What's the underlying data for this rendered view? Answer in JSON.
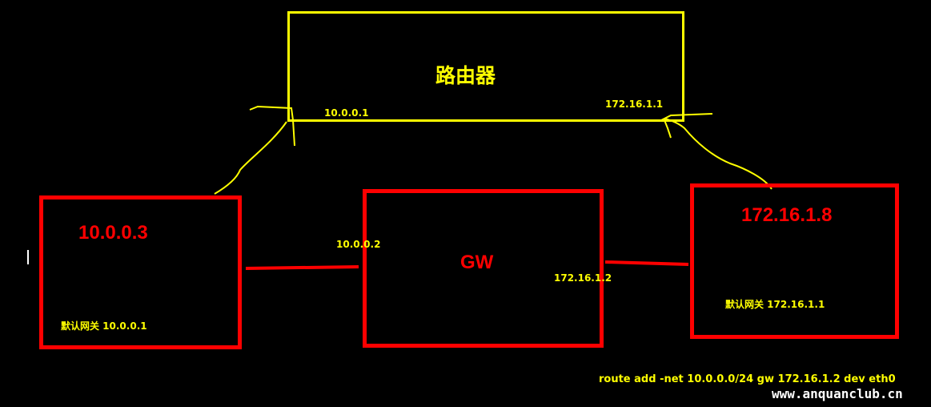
{
  "router": {
    "label": "路由器",
    "if_left": "10.0.0.1",
    "if_right": "172.16.1.1"
  },
  "host_left": {
    "ip": "10.0.0.3",
    "gateway_note": "默认网关 10.0.0.1"
  },
  "gw": {
    "label": "GW",
    "if_left": "10.0.0.2",
    "if_right": "172.16.1.2"
  },
  "host_right": {
    "ip": "172.16.1.8",
    "gateway_note": "默认网关 172.16.1.1"
  },
  "command": "route add -net 10.0.0.0/24 gw  172.16.1.2 dev eth0",
  "watermark": "www.anquanclub.cn",
  "colors": {
    "background": "#000000",
    "router": "#ffff00",
    "hosts": "#ff0000",
    "text_yellow": "#ffff00",
    "text_red": "#ff0000"
  }
}
